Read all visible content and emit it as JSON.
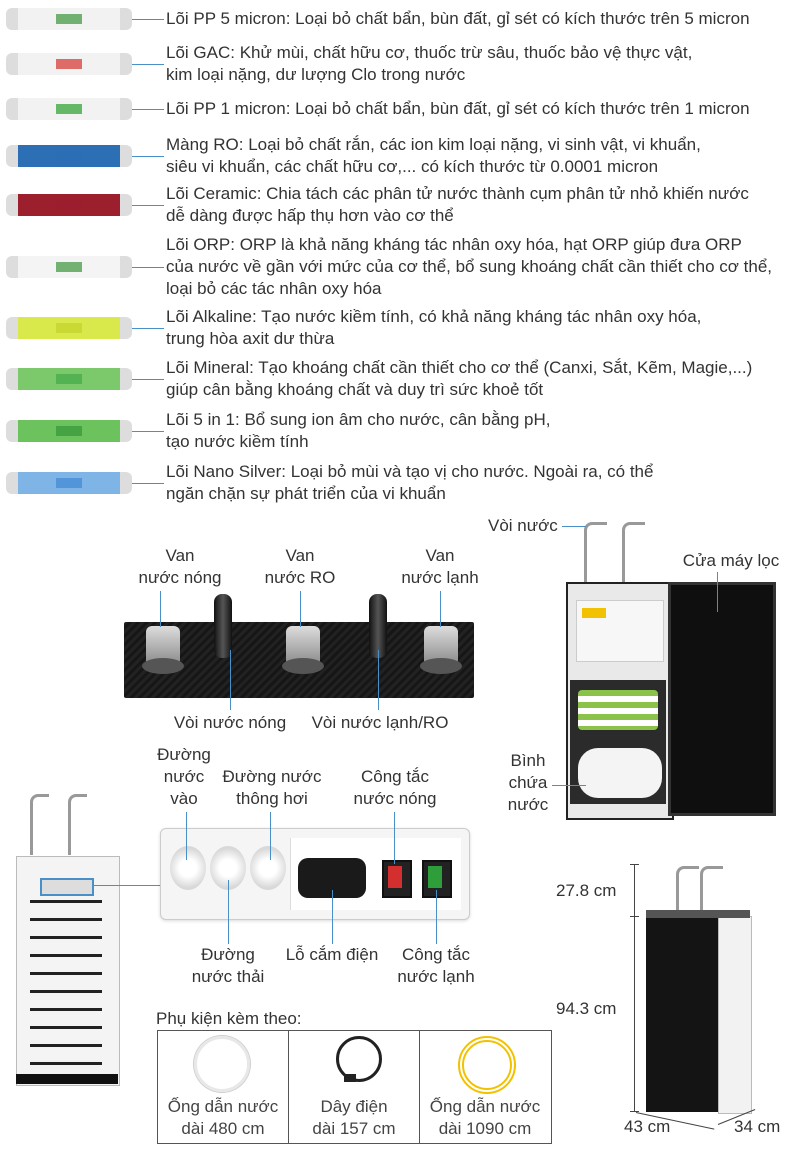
{
  "filters": [
    {
      "text": "Lõi PP 5 micron: Loại bỏ chất bẩn, bùn đất, gỉ sét có kích thước trên 5 micron",
      "color": "#f2f2f2",
      "band": "#5aa55a"
    },
    {
      "text": "Lõi GAC: Khử mùi, chất hữu cơ, thuốc trừ sâu, thuốc bảo vệ thực vật,\nkim loại nặng, dư lượng Clo trong nước",
      "color": "#f2f2f2",
      "band": "#d9534f"
    },
    {
      "text": "Lõi PP 1 micron: Loại bỏ chất bẩn, bùn đất, gỉ sét có kích thước trên 1 micron",
      "color": "#f2f2f2",
      "band": "#4cae4c"
    },
    {
      "text": "Màng RO: Loại bỏ chất rắn, các ion kim loại nặng, vi sinh vật, vi khuẩn,\nsiêu vi khuẩn, các chất hữu cơ,... có kích thước từ 0.0001 micron",
      "color": "#2d6fb5",
      "band": "#2d6fb5"
    },
    {
      "text": "Lõi Ceramic: Chia tách các phân tử nước thành cụm phân tử nhỏ khiến nước\ndễ dàng được hấp thụ hơn vào cơ thể",
      "color": "#9c1f2e",
      "band": "#9c1f2e"
    },
    {
      "text": "Lõi ORP: ORP là khả năng kháng tác nhân oxy hóa, hạt ORP giúp đưa ORP\ncủa nước về gần với mức của cơ thể, bổ sung khoáng chất cần thiết cho cơ thể,\nloại bỏ các tác nhân oxy hóa",
      "color": "#f4f4f4",
      "band": "#5aa55a"
    },
    {
      "text": "Lõi Alkaline: Tạo nước kiềm tính, có khả năng kháng tác nhân oxy hóa,\ntrung hòa axit dư thừa",
      "color": "#d9e84a",
      "band": "#c7d630"
    },
    {
      "text": "Lõi Mineral: Tạo khoáng chất cần thiết cho cơ thể (Canxi, Sắt, Kẽm, Magie,...)\ngiúp cân bằng khoáng chất và duy trì sức khoẻ tốt",
      "color": "#7cc96b",
      "band": "#4cae4c"
    },
    {
      "text": "Lõi 5 in 1: Bổ sung ion âm cho nước, cân bằng pH,\ntạo nước kiềm tính",
      "color": "#6cc25c",
      "band": "#3f9e3f"
    },
    {
      "text": "Lõi Nano Silver: Loại bỏ mùi và tạo vị cho nước. Ngoài ra, có thể\nngăn chặn sự phát triển của vi khuẩn",
      "color": "#7fb4e6",
      "band": "#4a8fd6"
    }
  ],
  "valves": {
    "hot_valve": "Van\nnước nóng",
    "ro_valve": "Van\nnước RO",
    "cold_valve": "Van\nnước lạnh",
    "hot_tap": "Vòi nước nóng",
    "cold_ro_tap": "Vòi nước lạnh/RO"
  },
  "cabinet": {
    "faucet": "Vòi nước",
    "door": "Cửa máy lọc",
    "tank": "Bình\nchứa\nnước"
  },
  "back_panel": {
    "water_in": "Đường\nnước\nvào",
    "vent": "Đường nước\nthông hơi",
    "hot_switch": "Công tắc\nnước nóng",
    "drain": "Đường\nnước thải",
    "power_socket": "Lỗ cắm điện",
    "cold_switch": "Công tắc\nnước lạnh"
  },
  "accessories": {
    "title": "Phụ kiện kèm theo:",
    "items": [
      {
        "caption": "Ống dẫn nước\ndài 480 cm",
        "color": "#e8e8e8"
      },
      {
        "caption": "Dây điện\ndài 157 cm",
        "color": "#222222"
      },
      {
        "caption": "Ống dẫn nước\ndài 1090 cm",
        "color": "#f2c200"
      }
    ]
  },
  "dimensions": {
    "top": "27.8 cm",
    "height": "94.3 cm",
    "width": "43 cm",
    "depth": "34 cm"
  }
}
